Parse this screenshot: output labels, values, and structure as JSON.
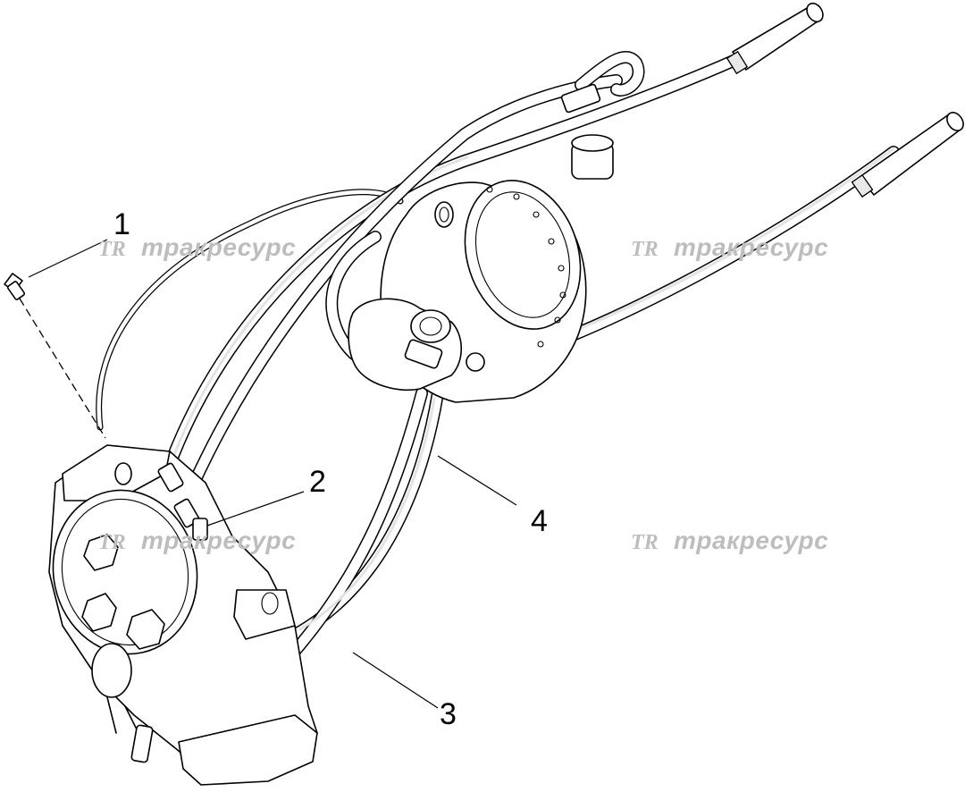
{
  "callouts": [
    {
      "label": "1"
    },
    {
      "label": "2"
    },
    {
      "label": "3"
    },
    {
      "label": "4"
    }
  ],
  "watermark": {
    "logo": "TR",
    "text": "тракресурс"
  },
  "colors": {
    "line": "#000000",
    "background": "#ffffff",
    "watermark": "#bdbdbd"
  }
}
